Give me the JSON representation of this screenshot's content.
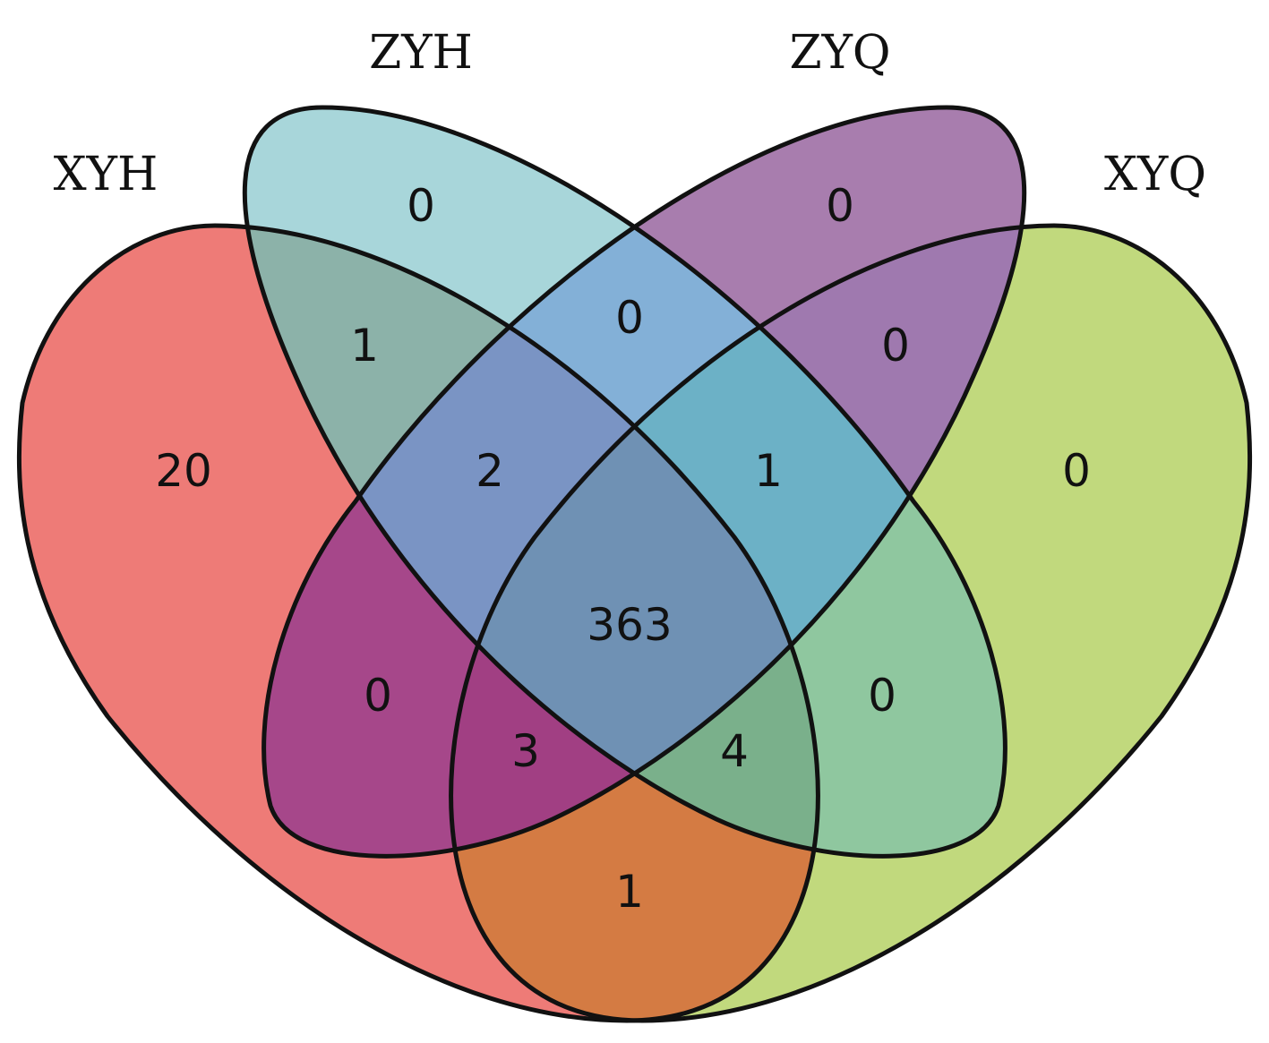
{
  "sets": [
    {
      "key": "xyh",
      "label": "XYH",
      "color": "#ee7b77"
    },
    {
      "key": "zyh",
      "label": "ZYH",
      "color": "#a8d6da"
    },
    {
      "key": "zyq",
      "label": "ZYQ",
      "color": "#a87dae"
    },
    {
      "key": "xyq",
      "label": "XYQ",
      "color": "#c1d97d"
    }
  ],
  "regions": {
    "xyh_only": "20",
    "zyh_only": "0",
    "zyq_only": "0",
    "xyq_only": "0",
    "xyh_zyh": "1",
    "zyh_zyq": "0",
    "zyq_xyq": "0",
    "xyh_zyh_zyq": "2",
    "zyh_zyq_xyq": "1",
    "all_four": "363",
    "xyh_zyq": "0",
    "zyh_xyq": "0",
    "xyh_zyq_xyq": "3",
    "xyh_zyh_xyq": "4",
    "xyh_xyq": "1"
  },
  "region_colors": {
    "xyh_zyh": "#8cb2a9",
    "zyh_zyq": "#83b0d7",
    "zyq_xyq": "#9f79af",
    "xyh_zyh_zyq": "#7a94c4",
    "zyh_zyq_xyq": "#6cb1c6",
    "all_four": "#6f91b4",
    "xyh_zyq": "#a6478a",
    "zyh_xyq": "#8fc79f",
    "xyh_zyq_xyq": "#a13f83",
    "xyh_zyh_xyq": "#7ab08b",
    "xyh_xyq": "#d47b43"
  }
}
